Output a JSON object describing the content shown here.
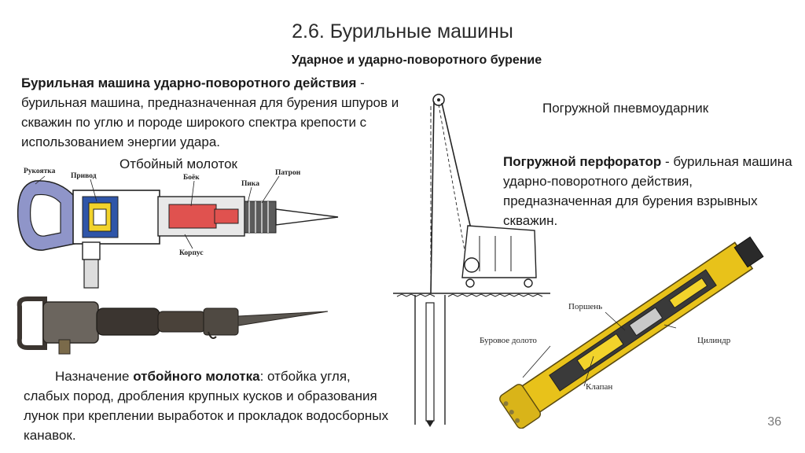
{
  "slide": {
    "title": "2.6. Бурильные машины",
    "subtitle": "Ударное и ударно-поворотного бурение",
    "page_number": "36"
  },
  "definition_rotary": {
    "term": "Бурильная машина ударно-поворотного действия",
    "dash": " -",
    "text": "бурильная машина, предназначенная для бурения шпуров и скважин по углю и породе широкого спектра крепости с использованием энергии удара."
  },
  "jackhammer": {
    "label": "Отбойный молоток",
    "parts": {
      "handle": "Рукоятка",
      "drive": "Привод",
      "striker": "Боёк",
      "chuck": "Патрон",
      "pick": "Пика",
      "body": "Корпус"
    }
  },
  "downhole_hammer": {
    "label": "Погружной пневмоударник"
  },
  "definition_downhole": {
    "term": "Погружной перфоратор",
    "dash": " - ",
    "text": "бурильная машина ударно-поворотного действия, предназначенная для бурения взрывных скважин."
  },
  "hammer_parts": {
    "piston": "Поршень",
    "cylinder": "Цилиндр",
    "bit": "Буровое долото",
    "valve": "Клапан"
  },
  "purpose": {
    "prefix": "Назначение ",
    "term": "отбойного молотка",
    "text": ": отбойка угля, слабых пород, дробления крупных кусков и образования лунок при креплении выработок и прокладок водосборных канавок."
  },
  "colors": {
    "handle_blue": "#8f95c9",
    "striker_red": "#e0524f",
    "drive_yellow": "#f2d32b",
    "drill_yellow": "#e8c21a",
    "tool_dark": "#3b3530"
  }
}
